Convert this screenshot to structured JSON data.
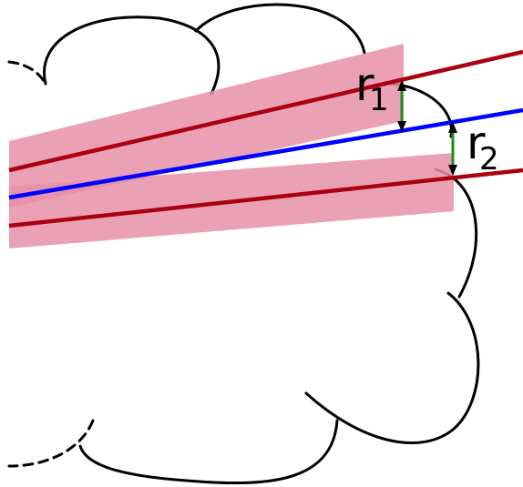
{
  "labels": {
    "r1_main": "r",
    "r1_sub": "1",
    "r2_main": "r",
    "r2_sub": "2"
  },
  "colors": {
    "cloud_outline": "#000000",
    "band_fill": "#e68fa8",
    "ray_dark_red": "#aa0011",
    "ray_blue": "#0000ff",
    "arrow_green": "#1a8f1a",
    "arrow_head": "#000000"
  }
}
